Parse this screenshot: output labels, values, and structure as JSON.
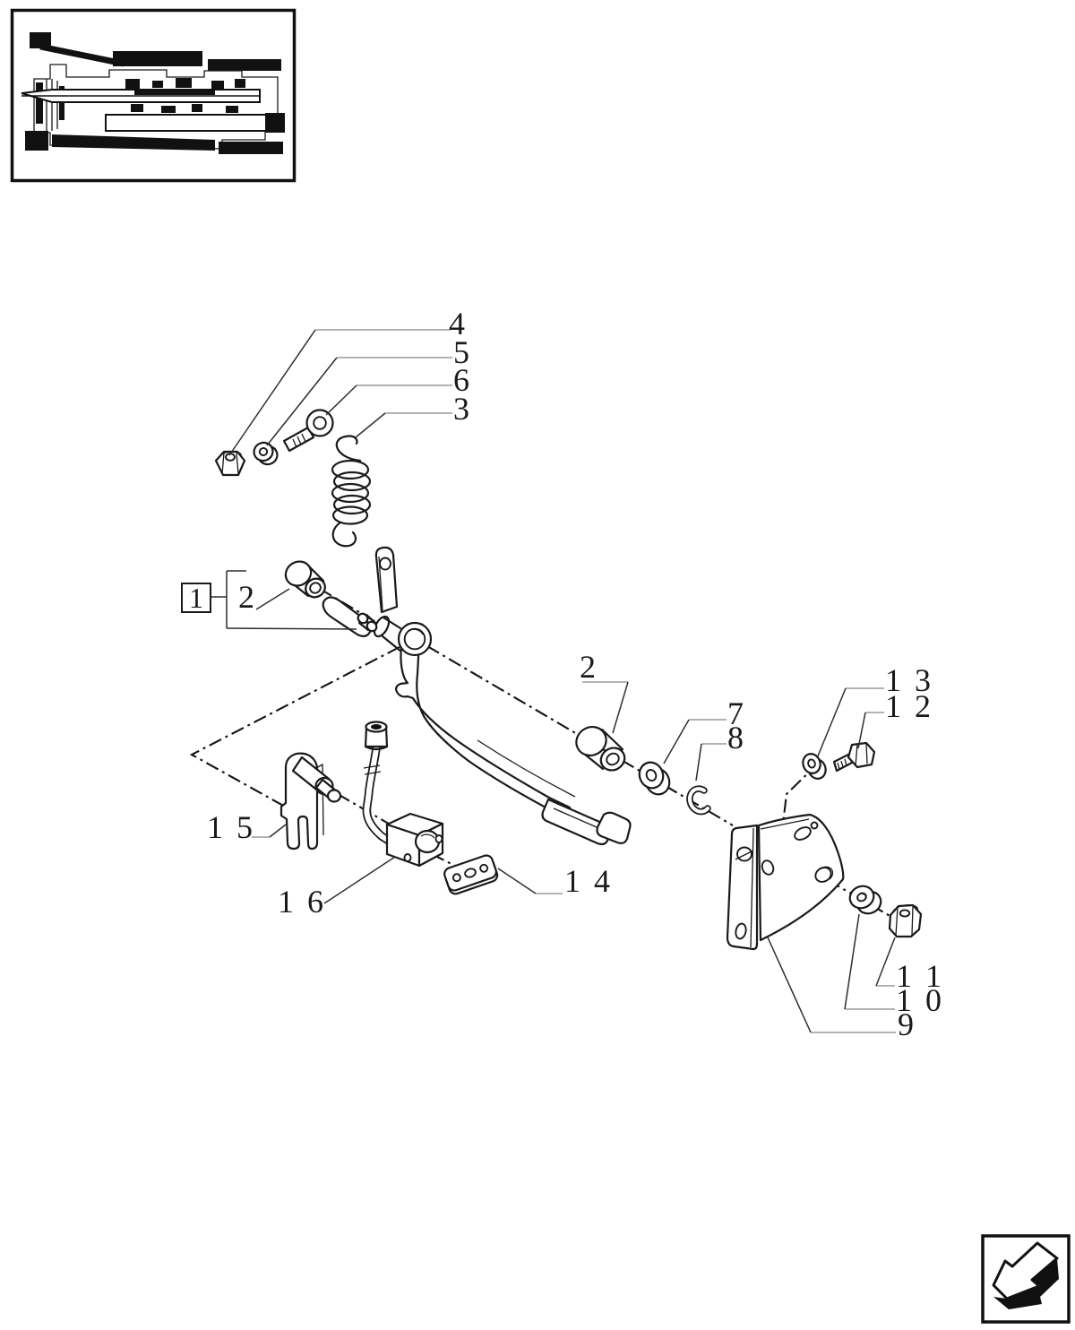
{
  "diagram": {
    "kind": "exploded-parts-diagram",
    "callouts": [
      {
        "ref": "4",
        "text": "4"
      },
      {
        "ref": "5",
        "text": "5"
      },
      {
        "ref": "6",
        "text": "6"
      },
      {
        "ref": "3",
        "text": "3"
      },
      {
        "ref": "1",
        "text": "1",
        "boxed": true
      },
      {
        "ref": "2",
        "text": "2"
      },
      {
        "ref": "2",
        "text": "2"
      },
      {
        "ref": "7",
        "text": "7"
      },
      {
        "ref": "8",
        "text": "8"
      },
      {
        "ref": "13",
        "text": "1 3"
      },
      {
        "ref": "12",
        "text": "1 2"
      },
      {
        "ref": "11",
        "text": "1 1"
      },
      {
        "ref": "10",
        "text": "1 0"
      },
      {
        "ref": "9",
        "text": "9"
      },
      {
        "ref": "15",
        "text": "1 5"
      },
      {
        "ref": "16",
        "text": "1 6"
      },
      {
        "ref": "14",
        "text": "1 4"
      }
    ],
    "colors": {
      "line": "#1a1a1a",
      "background": "#ffffff",
      "leader": "#9a9a9a"
    }
  },
  "thumbnail": {
    "icon": "transmission-cross-section-thumbnail"
  },
  "nav": {
    "icon": "back-arrow-icon"
  }
}
